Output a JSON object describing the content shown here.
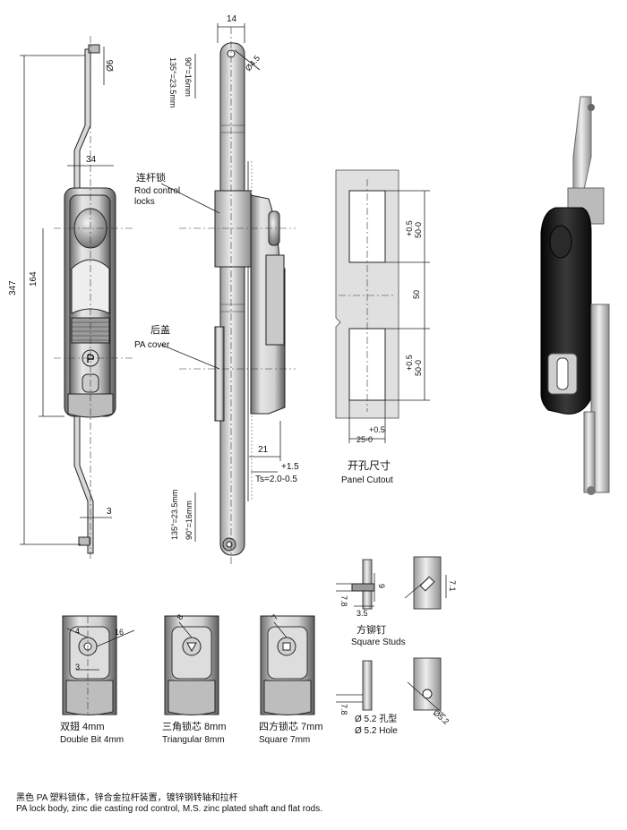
{
  "dims": {
    "top_width": "14",
    "hole": "Ø4.5",
    "angle_90": "90°=16mm",
    "angle_135": "135°=23.5mm",
    "pin_dia": "Ø6",
    "body_width": "34",
    "total_height": "347",
    "body_height": "164",
    "step_3": "3",
    "depth_21": "21",
    "tol_plus_1_5": "+1.5",
    "ts": "Ts=2.0-0.5",
    "cut_tol": "+0.5",
    "cut_50_0": "50-0",
    "cut_50": "50",
    "cut_bottom_tol": "+0.5",
    "cut_25_0": "25-0",
    "bit_4": "4",
    "bit_16": "16",
    "bit_3": "3",
    "tri_8": "8",
    "sq_7": "7",
    "stud_9": "9",
    "stud_7_8": "7.8",
    "stud_3_5": "3.5",
    "stud_7_1": "7.1",
    "hole_7_8": "7.8",
    "hole_5_2": "Ø5.2"
  },
  "labels": {
    "rod_control_cn": "连杆锁",
    "rod_control_en_1": "Rod control",
    "rod_control_en_2": "locks",
    "pa_cover_cn": "后盖",
    "pa_cover_en": "PA cover",
    "panel_cutout_cn": "开孔尺寸",
    "panel_cutout_en": "Panel Cutout",
    "square_studs_cn": "方铆钉",
    "square_studs_en": "Square Studs",
    "hole_cn": "Ø 5.2 孔型",
    "hole_en": "Ø 5.2 Hole",
    "double_bit_cn": "双翅 4mm",
    "double_bit_en": "Double Bit 4mm",
    "triangular_cn": "三角锁芯 8mm",
    "triangular_en": "Triangular 8mm",
    "square_cn": "四方锁芯 7mm",
    "square_en": "Square 7mm"
  },
  "footer": {
    "line_cn": "黑色 PA 塑料锁体，锌合金拉杆装置，镀锌钢转轴和拉杆",
    "line_en": "PA lock body, zinc die casting rod control, M.S. zinc plated shaft and flat rods."
  },
  "colors": {
    "metal": "#d4d4d4",
    "metal_dark": "#8a8a8a",
    "lock_black": "#1a1a1a",
    "panel": "#e0e0e0"
  }
}
